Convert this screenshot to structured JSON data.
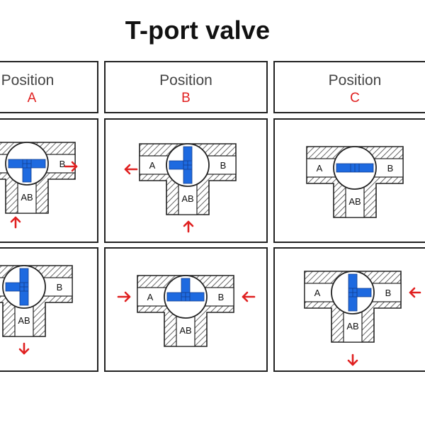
{
  "title": "T-port valve",
  "headers": [
    {
      "word": "Position",
      "letter": "A"
    },
    {
      "word": "Position",
      "letter": "B"
    },
    {
      "word": "Position",
      "letter": "C"
    }
  ],
  "port_labels": {
    "a": "A",
    "b": "B",
    "ab": "AB"
  },
  "colors": {
    "rotor": "#1e6ae0",
    "arrow": "#e02020",
    "hatch": "#444444",
    "outline": "#222222"
  },
  "icons": [
    "right-arrow-icon",
    "left-arrow-icon",
    "up-arrow-icon",
    "down-arrow-icon"
  ]
}
